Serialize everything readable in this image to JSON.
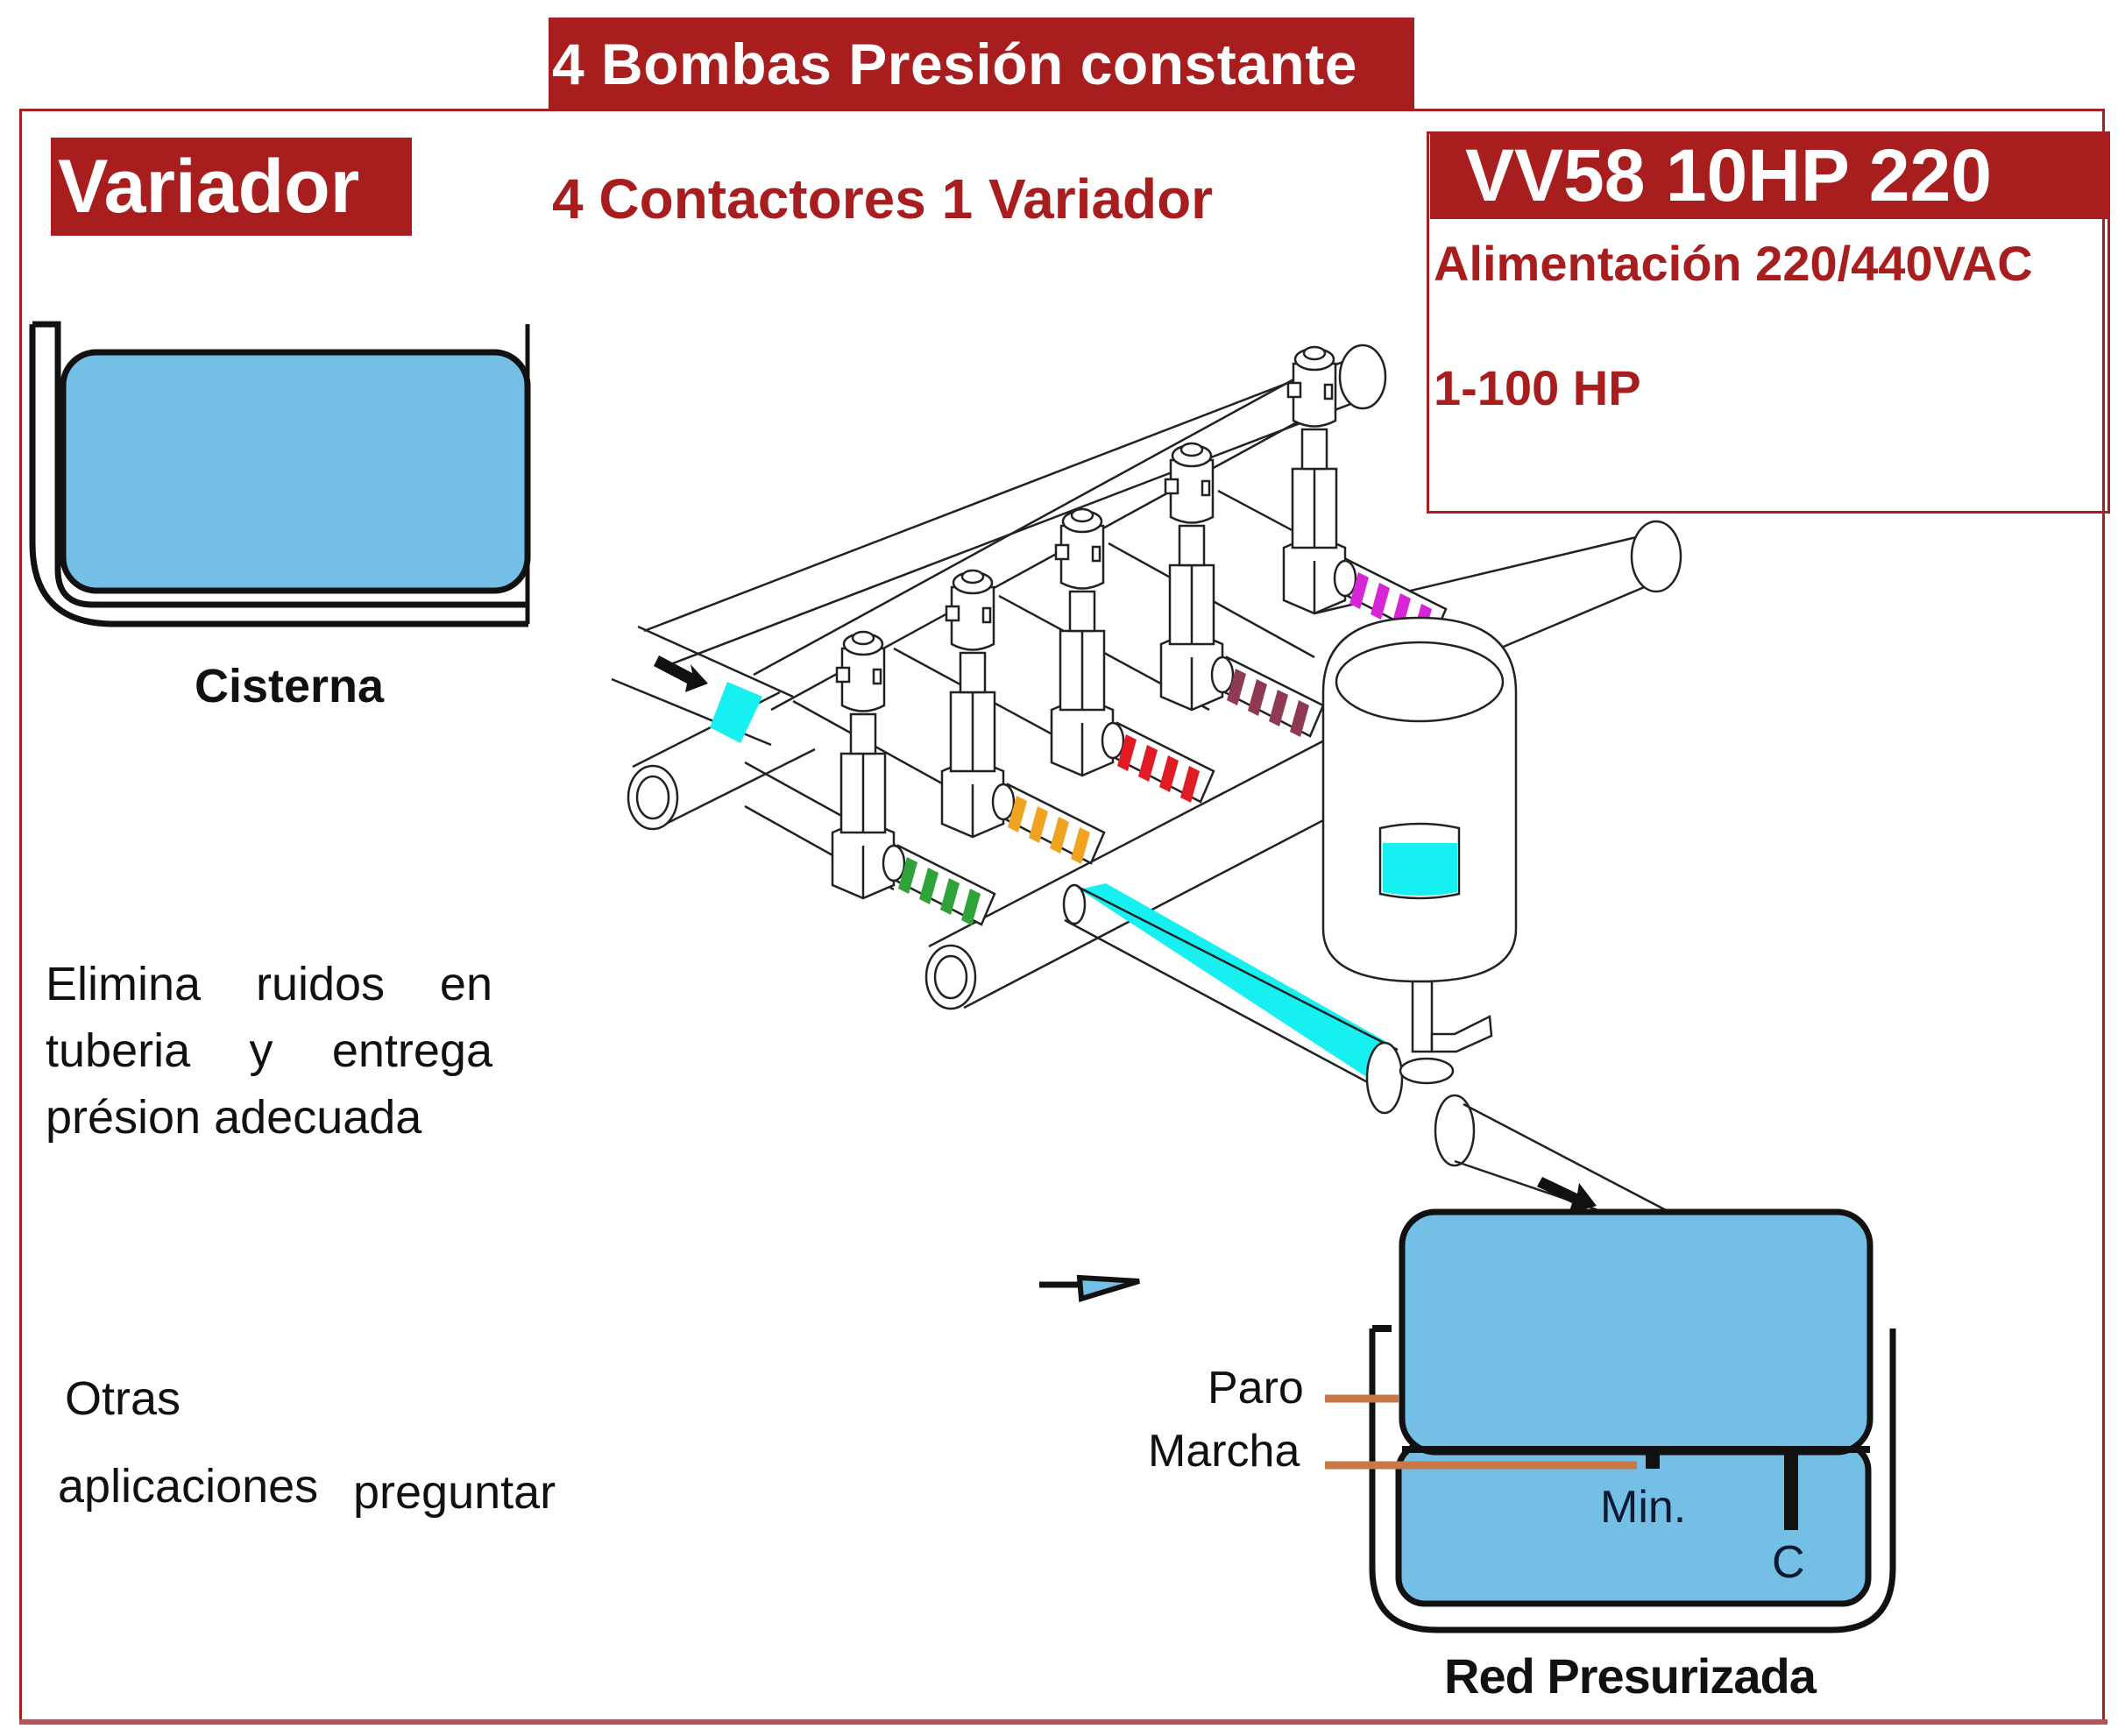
{
  "header": {
    "title": "4 Bombas Presión constante",
    "subtitle": "4 Contactores 1 Variador"
  },
  "badge": {
    "label": "Variador"
  },
  "spec_panel": {
    "model": "VV58 10HP 220",
    "supply": "Alimentación 220/440VAC",
    "power_range": "1-100 HP"
  },
  "cistern": {
    "label": "Cisterna"
  },
  "description": {
    "lines": [
      "Elimina ruidos en",
      "tuberia y entrega",
      "présion adecuada"
    ]
  },
  "other_apps": {
    "line1": "Otras",
    "line2": "aplicaciones",
    "line3": "preguntar"
  },
  "pressurized_tank": {
    "label": "Red Presurizada",
    "stop_label": "Paro",
    "start_label": "Marcha",
    "min_label": "Min.",
    "c_label": "C"
  },
  "pump_system": {
    "pump_count": 5,
    "discharge_stripe_colors": [
      "#2fa33a",
      "#f0a320",
      "#e01b24",
      "#8e3a52",
      "#d726d7"
    ],
    "water_color": "#17f0f0",
    "tank_water_color": "#74c0e6",
    "sensor_line_color": "#c87847"
  },
  "colors": {
    "brand_red": "#a81e1e",
    "outline": "#111111"
  }
}
